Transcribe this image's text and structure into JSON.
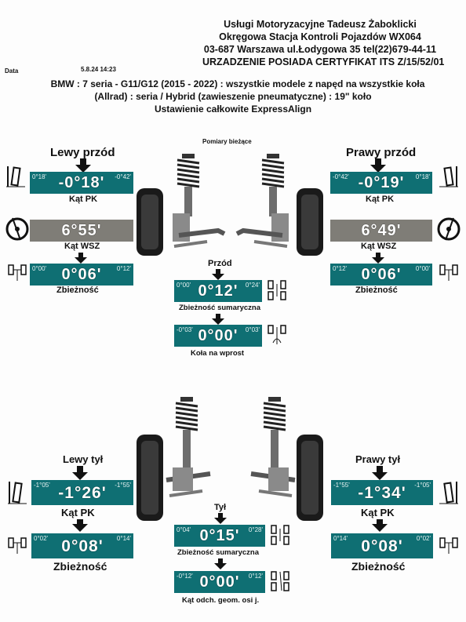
{
  "header": {
    "company": "Usługi Motoryzacyjne Tadeusz Żaboklicki",
    "station": "Okręgowa Stacja Kontroli Pojazdów WX064",
    "address": "03-687 Warszawa ul.Łodygowa 35 tel(22)679-44-11",
    "certificate": "URZADZENIE POSIADA CERTYFIKAT ITS Z/15/52/01"
  },
  "meta": {
    "date_label": "Data",
    "date_value": "5.8.24 14:23"
  },
  "vehicle": {
    "line1": "BMW : 7 seria - G11/G12 (2015 - 2022) : wszystkie modele z napęd na wszystkie koła",
    "line2": "(Allrad) : seria / Hybrid (zawieszenie pneumatyczne) : 19\" koło",
    "line3": "Ustawienie całkowite ExpressAlign"
  },
  "current_label": "Pomiary bieżące",
  "front_left": {
    "title": "Lewy przód",
    "camber": {
      "min": "0°18'",
      "max": "-0°42'",
      "value": "-0°18'",
      "label": "Kąt PK"
    },
    "caster": {
      "value": "6°55'",
      "label": "Kąt WSZ"
    },
    "toe": {
      "min": "0°00'",
      "max": "0°12'",
      "value": "0°06'",
      "label": "Zbieżność"
    }
  },
  "front_right": {
    "title": "Prawy przód",
    "camber": {
      "min": "-0°42'",
      "max": "0°18'",
      "value": "-0°19'",
      "label": "Kąt PK"
    },
    "caster": {
      "value": "6°49'",
      "label": "Kąt WSZ"
    },
    "toe": {
      "min": "0°12'",
      "max": "0°00'",
      "value": "0°06'",
      "label": "Zbieżność"
    }
  },
  "front_total": {
    "title": "Przód",
    "toe": {
      "min": "0°00'",
      "max": "0°24'",
      "value": "0°12'",
      "label": "Zbieżność sumaryczna"
    },
    "straight": {
      "min": "-0°03'",
      "max": "0°03'",
      "value": "0°00'",
      "label": "Koła na wprost"
    }
  },
  "rear_left": {
    "title": "Lewy tył",
    "camber": {
      "min": "-1°05'",
      "max": "-1°55'",
      "value": "-1°26'",
      "label": "Kąt PK"
    },
    "toe": {
      "min": "0°02'",
      "max": "0°14'",
      "value": "0°08'",
      "label": "Zbieżność"
    }
  },
  "rear_right": {
    "title": "Prawy tył",
    "camber": {
      "min": "-1°55'",
      "max": "-1°05'",
      "value": "-1°34'",
      "label": "Kąt PK"
    },
    "toe": {
      "min": "0°14'",
      "max": "0°02'",
      "value": "0°08'",
      "label": "Zbieżność"
    }
  },
  "rear_total": {
    "title": "Tył",
    "toe": {
      "min": "0°04'",
      "max": "0°28'",
      "value": "0°15'",
      "label": "Zbieżność sumaryczna"
    },
    "thrust": {
      "min": "-0°12'",
      "max": "0°12'",
      "value": "0°00'",
      "label": "Kąt odch. geom. osi j."
    }
  },
  "colors": {
    "box": "#0f6f73",
    "caster_box": "#7f7d77",
    "text": "#111111"
  },
  "icons": [
    "camber-icon",
    "caster-icon",
    "toe-icon",
    "thrust-icon",
    "suspension-illustration"
  ]
}
